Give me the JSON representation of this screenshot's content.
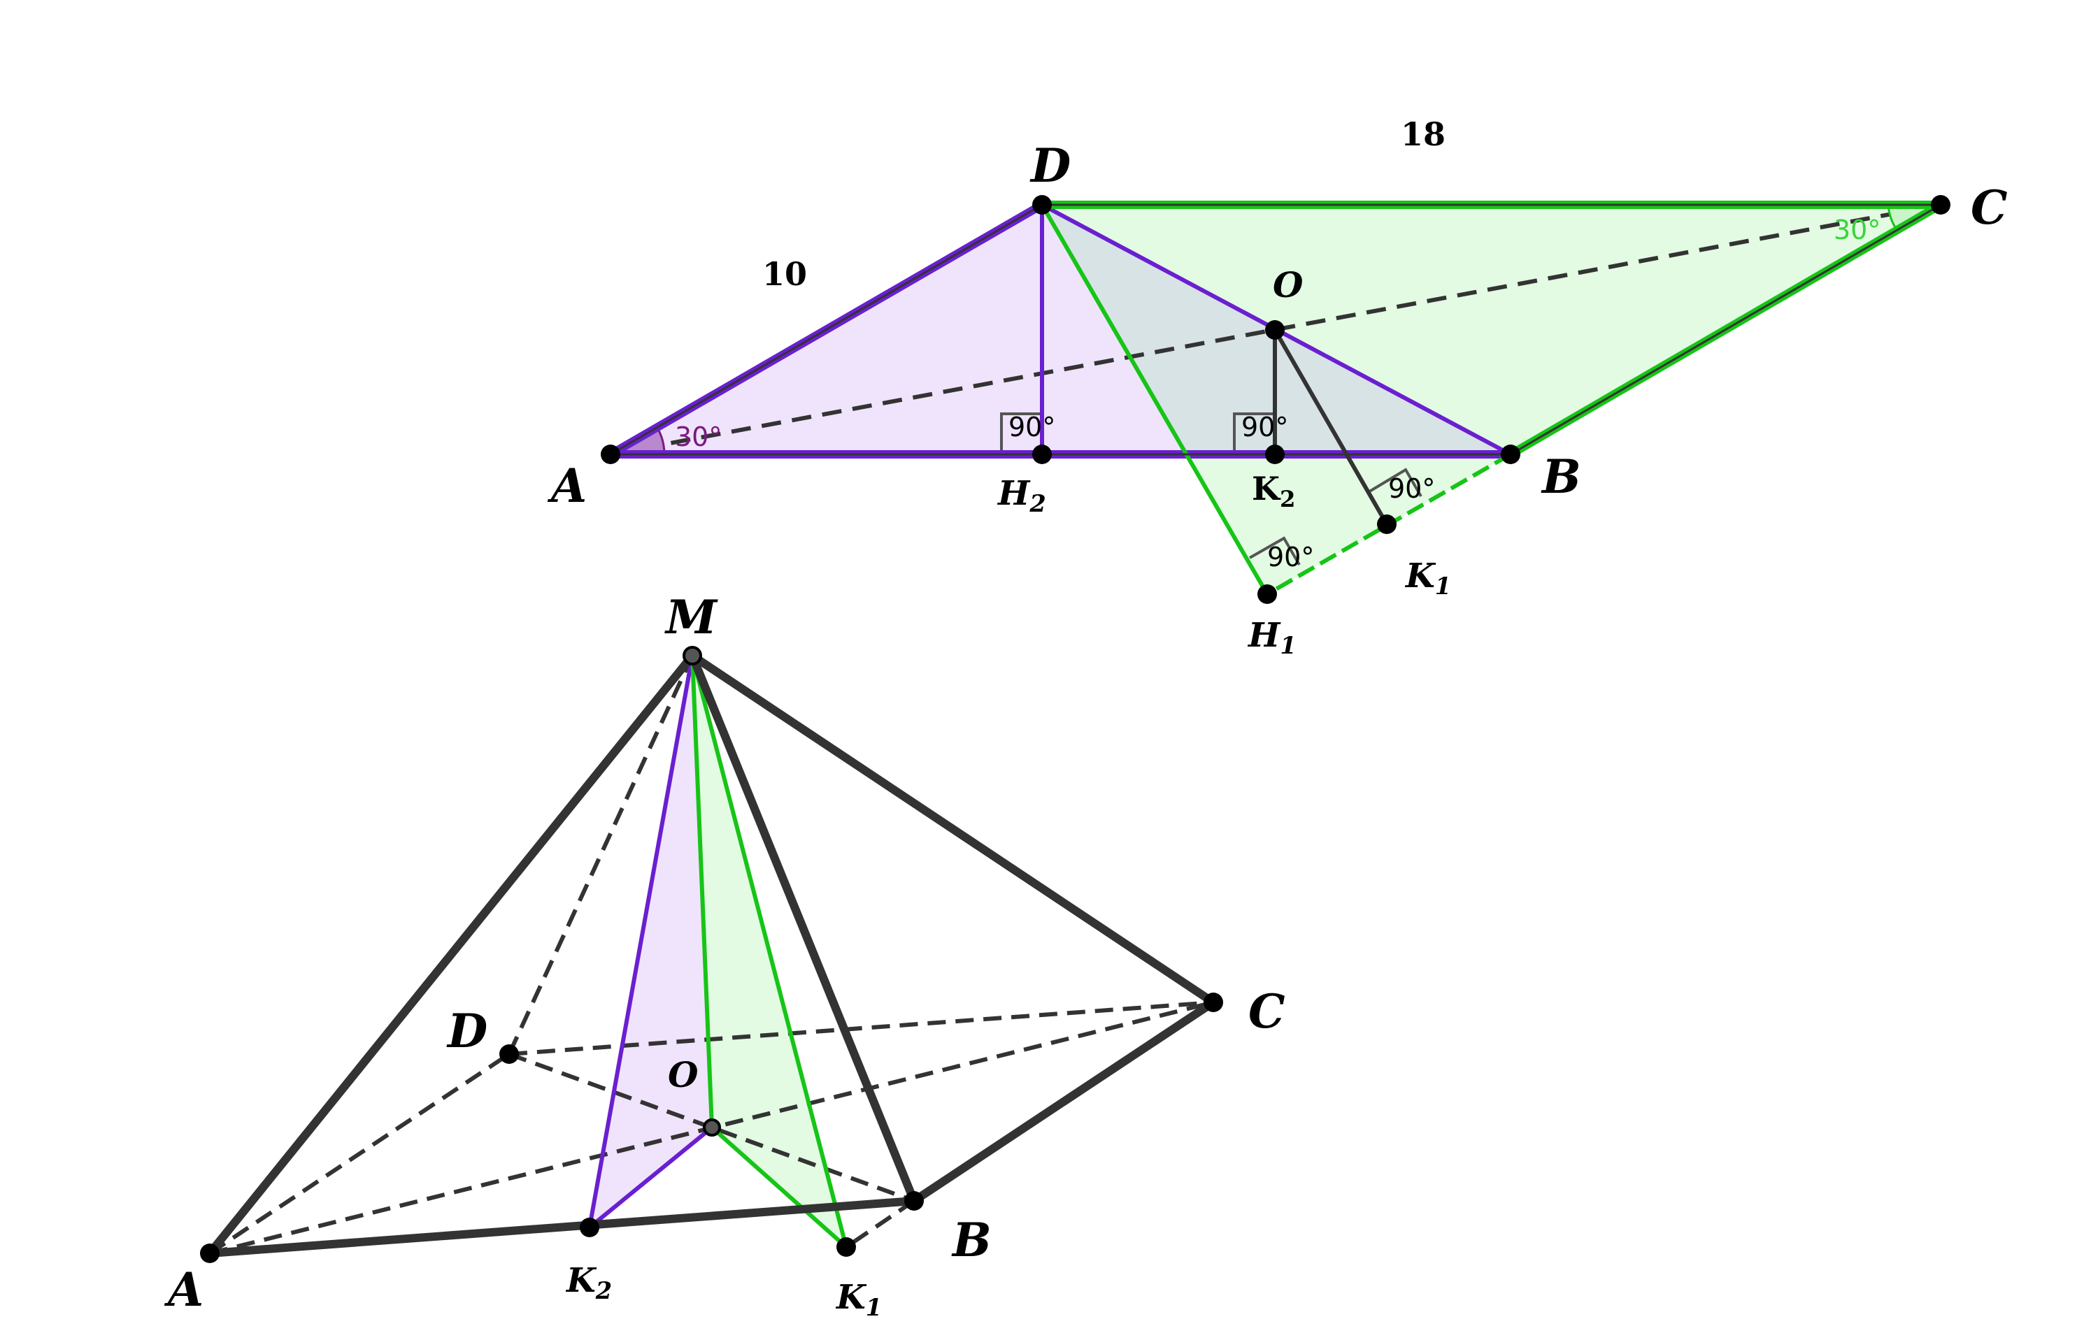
{
  "top_figure": {
    "lengths": {
      "AD": "10",
      "DC": "18"
    },
    "angles": {
      "A": "30°",
      "C": "30°",
      "H2": "90°",
      "K2": "90°",
      "K1": "90°",
      "H1": "90°"
    },
    "labels": {
      "A": "A",
      "B": "B",
      "C": "C",
      "D": "D",
      "O": "O",
      "H2": {
        "base": "H",
        "sub": "2"
      },
      "K2": {
        "base": "K",
        "sub": "2"
      },
      "K1": {
        "base": "K",
        "sub": "1"
      },
      "H1": {
        "base": "H",
        "sub": "1"
      }
    }
  },
  "bottom_figure": {
    "labels": {
      "M": "M",
      "A": "A",
      "B": "B",
      "C": "C",
      "D": "D",
      "O": "O",
      "K2": {
        "base": "K",
        "sub": "2"
      },
      "K1": {
        "base": "K",
        "sub": "1"
      }
    }
  },
  "colors": {
    "purple": "#6a1fd0",
    "purple_fill": "#efe4fb",
    "green": "#17c417",
    "green_fill": "#e2fbe2",
    "overlap_fill": "#d8e3e6",
    "edge": "#333333",
    "angle_label_C": "#3ad43a",
    "angle_label_A": "#7a1a80"
  }
}
